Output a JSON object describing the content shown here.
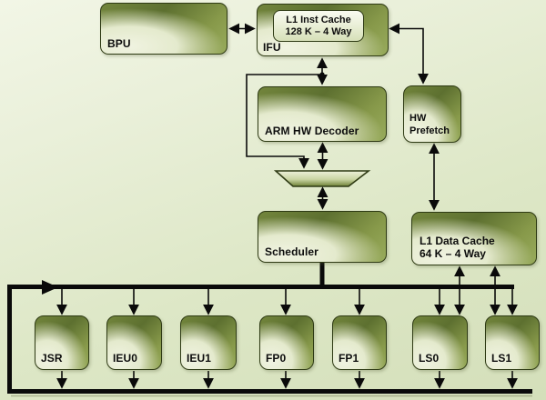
{
  "diagram": {
    "nodes": {
      "bpu": "BPU",
      "ifu": "IFU",
      "l1_inst_cache": {
        "line1": "L1 Inst Cache",
        "line2": "128 K – 4 Way"
      },
      "arm_hw_decoder": "ARM HW Decoder",
      "hw_prefetch": {
        "line1": "HW",
        "line2": "Prefetch"
      },
      "scheduler": "Scheduler",
      "l1_data_cache": {
        "line1": "L1 Data Cache",
        "line2": "64 K – 4 Way"
      },
      "units": [
        "JSR",
        "IEU0",
        "IEU1",
        "FP0",
        "FP1",
        "LS0",
        "LS1"
      ]
    },
    "edges": [
      {
        "from": "bpu",
        "to": "ifu",
        "dir": "both"
      },
      {
        "from": "l1_inst_cache",
        "to": "hw_prefetch",
        "dir": "both"
      },
      {
        "from": "ifu",
        "to": "arm_hw_decoder",
        "dir": "both"
      },
      {
        "from": "ifu_decoder_junction",
        "to": "mux",
        "dir": "forward"
      },
      {
        "from": "arm_hw_decoder",
        "to": "mux",
        "dir": "both"
      },
      {
        "from": "mux",
        "to": "scheduler",
        "dir": "both"
      },
      {
        "from": "hw_prefetch",
        "to": "l1_data_cache",
        "dir": "both"
      },
      {
        "from": "scheduler",
        "to": "dispatch_bus",
        "dir": "forward"
      },
      {
        "from": "result_bus",
        "to": "dispatch_bus",
        "dir": "forward"
      },
      {
        "from": "dispatch_bus",
        "to": "jsr",
        "dir": "forward"
      },
      {
        "from": "dispatch_bus",
        "to": "ieu0",
        "dir": "forward"
      },
      {
        "from": "dispatch_bus",
        "to": "ieu1",
        "dir": "forward"
      },
      {
        "from": "dispatch_bus",
        "to": "fp0",
        "dir": "forward"
      },
      {
        "from": "dispatch_bus",
        "to": "fp1",
        "dir": "forward"
      },
      {
        "from": "dispatch_bus",
        "to": "ls0",
        "dir": "forward"
      },
      {
        "from": "dispatch_bus",
        "to": "ls1",
        "dir": "forward"
      },
      {
        "from": "ls0",
        "to": "l1_data_cache",
        "dir": "both"
      },
      {
        "from": "ls1",
        "to": "l1_data_cache",
        "dir": "both"
      },
      {
        "from": "jsr",
        "to": "result_bus",
        "dir": "forward"
      },
      {
        "from": "ieu0",
        "to": "result_bus",
        "dir": "forward"
      },
      {
        "from": "ieu1",
        "to": "result_bus",
        "dir": "forward"
      },
      {
        "from": "fp0",
        "to": "result_bus",
        "dir": "forward"
      },
      {
        "from": "fp1",
        "to": "result_bus",
        "dir": "forward"
      },
      {
        "from": "ls0",
        "to": "result_bus",
        "dir": "forward"
      },
      {
        "from": "ls1",
        "to": "result_bus",
        "dir": "forward"
      }
    ],
    "colors": {
      "box_border": "#2e3a14",
      "box_dark_green": "#5d7030",
      "box_mid_green": "#8ea04f",
      "box_highlight": "#f0f3e1",
      "inner_box_fill": "#f1f4e2",
      "background_top": "#f2f6e6",
      "background_bottom": "#d4dfba",
      "line_color": "#0a0a0a"
    }
  }
}
